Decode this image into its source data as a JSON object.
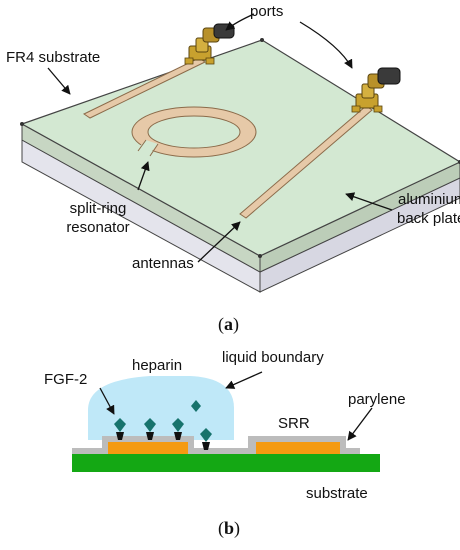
{
  "figure_a": {
    "labels": {
      "ports": "ports",
      "fr4": "FR4 substrate",
      "srr_line1": "split-ring",
      "srr_line2": "resonator",
      "antennas": "antennas",
      "back_line1": "aluminium",
      "back_line2": "back plate"
    },
    "caption_open": "(",
    "caption_letter": "a",
    "caption_close": ")"
  },
  "figure_b": {
    "labels": {
      "fgf": "FGF-2",
      "heparin": "heparin",
      "liquid": "liquid boundary",
      "parylene": "parylene",
      "srr": "SRR",
      "substrate": "substrate"
    },
    "caption_open": "(",
    "caption_letter": "b",
    "caption_close": ")"
  },
  "colors": {
    "fr4_top": "#d6ebd6",
    "fr4_side": "#c9d6c6",
    "back_plate": "#e7e7ef",
    "antenna": "#e2c7a6",
    "liquid": "#bfe7f7",
    "molecule": "#177a73",
    "parylene": "#bdbdbd",
    "electrode": "#f39a12",
    "substrate": "#14a814"
  }
}
